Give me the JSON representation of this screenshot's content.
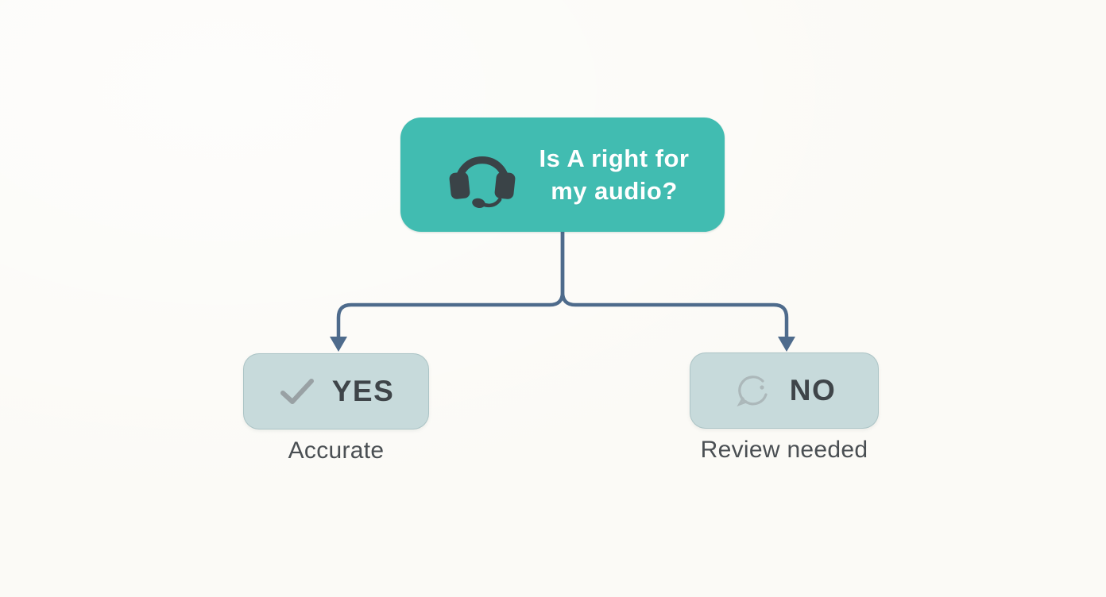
{
  "diagram": {
    "question_node": {
      "text": "Is A right for\nmy audio?",
      "icon": "headset-icon"
    },
    "yes_node": {
      "label": "YES",
      "caption": "Accurate",
      "icon": "checkmark-icon"
    },
    "no_node": {
      "label": "NO",
      "caption": "Review needed",
      "icon": "speech-bubble-icon"
    },
    "colors": {
      "background": "#FBFAF6",
      "question_fill": "#41BCB1",
      "question_text": "#FFFFFF",
      "answer_fill": "#C7DADB",
      "answer_text": "#3F4549",
      "caption_text": "#4A4F53",
      "connector": "#4E6B8C",
      "headset_icon": "#3A4347",
      "check_icon": "#99A1A4",
      "bubble_icon": "#ACB8BA"
    }
  }
}
